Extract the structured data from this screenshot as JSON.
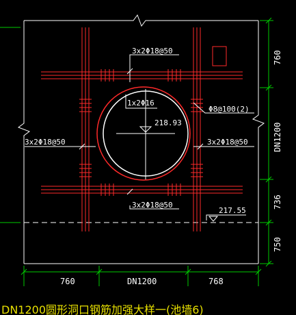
{
  "colors": {
    "background": "#000000",
    "outline": "#ffffff",
    "rebar": "#ff2a2a",
    "dimension": "#00cc00",
    "text": "#ffffff",
    "title": "#e8e000"
  },
  "annotations": {
    "top_rebar": "3x2Φ18@50",
    "bottom_rebar": "3x2Φ18@50",
    "left_rebar": "3x2Φ18@50",
    "right_rebar": "3x2Φ18@50",
    "ring_rebar": "1x2Φ16",
    "stirrup": "Φ8@100(2)",
    "center_elevation": "218.93",
    "bottom_elevation": "217.55"
  },
  "dimensions": {
    "right": [
      "760",
      "DN1200",
      "736",
      "750"
    ],
    "bottom": [
      "760",
      "DN1200",
      "768"
    ]
  },
  "title": "DN1200圆形洞口钢筋加强大样一(池墙6)"
}
